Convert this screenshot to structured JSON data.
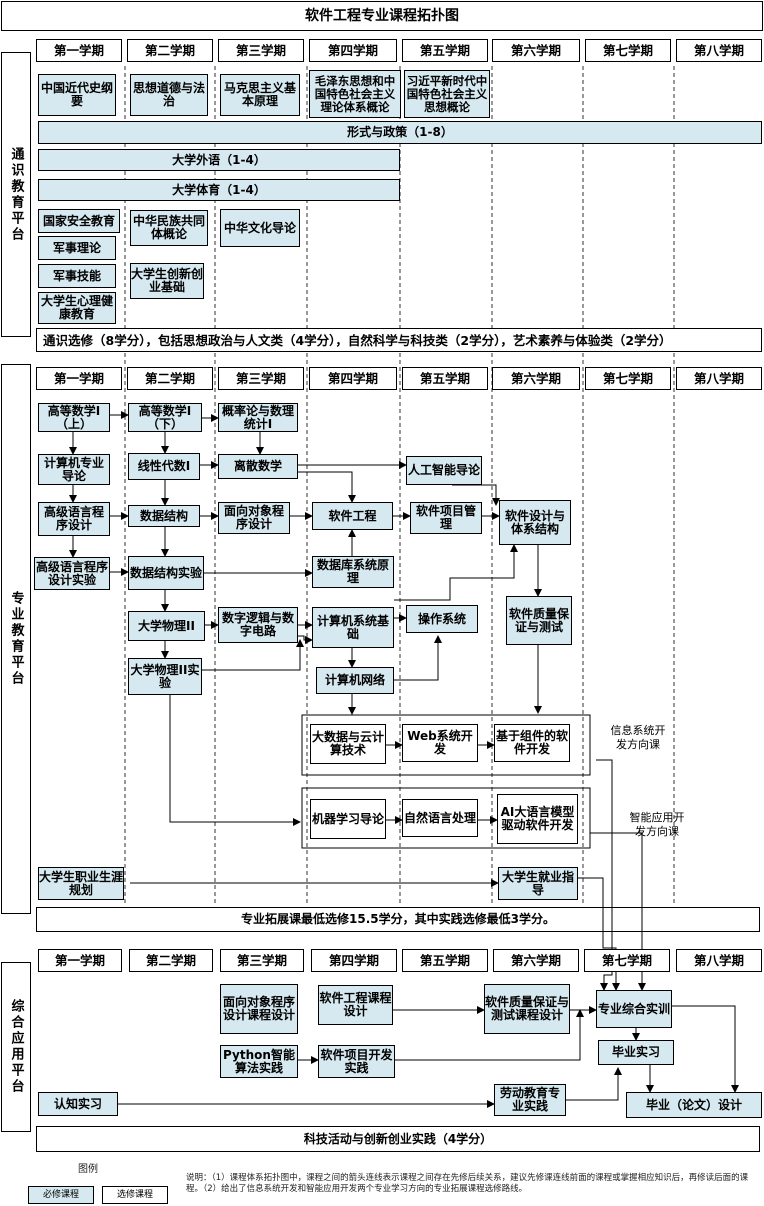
{
  "title": "软件工程专业课程拓扑图",
  "platforms": {
    "general": "通识教育平台",
    "major": "专业教育平台",
    "integrated": "综合应用平台"
  },
  "semesters": [
    "第一学期",
    "第二学期",
    "第三学期",
    "第四学期",
    "第五学期",
    "第六学期",
    "第七学期",
    "第八学期"
  ],
  "general": {
    "c1": "中国近代史纲要",
    "c2": "思想道德与法治",
    "c3": "马克思主义基本原理",
    "c4": "毛泽东思想和中国特色社会主义理论体系概论",
    "c5": "习近平新时代中国特色社会主义思想概论",
    "policy": "形式与政策（1-8）",
    "english": "大学外语（1-4）",
    "pe": "大学体育（1-4）",
    "security": "国家安全教育",
    "military_theory": "军事理论",
    "military_skill": "军事技能",
    "psych": "大学生心理健康教育",
    "nation": "中华民族共同体概论",
    "innovation": "大学生创新创业基础",
    "culture": "中华文化导论",
    "electives": "通识选修（8学分），包括思想政治与人文类（4学分），自然科学与科技类（2学分），艺术素养与体验类（2学分）"
  },
  "major": {
    "math1": "高等数学I（上）",
    "math2": "高等数学I（下）",
    "prob": "概率论与数理统计I",
    "cs_intro": "计算机专业导论",
    "linalg": "线性代数I",
    "discrete": "离散数学",
    "ai_intro": "人工智能导论",
    "prog": "高级语言程序设计",
    "ds": "数据结构",
    "oop": "面向对象程序设计",
    "se": "软件工程",
    "pm": "软件项目管理",
    "arch": "软件设计与体系结构",
    "prog_lab": "高级语言程序设计实验",
    "ds_lab": "数据结构实验",
    "db": "数据库系统原理",
    "phys": "大学物理II",
    "logic": "数字逻辑与数字电路",
    "comp_org": "计算机系统基础",
    "os": "操作系统",
    "quality": "软件质量保证与测试",
    "phys_lab": "大学物理II实验",
    "network": "计算机网络",
    "bigdata": "大数据与云计算技术",
    "web": "Web系统开发",
    "component": "基于组件的软件开发",
    "ml": "机器学习导论",
    "nlp": "自然语言处理",
    "llm": "AI大语言模型驱动软件开发",
    "career": "大学生职业生涯规划",
    "employ": "大学生就业指导",
    "dir1": "信息系统开发方向课",
    "dir2": "智能应用开发方向课",
    "extension": "专业拓展课最低选修15.5学分，其中实践选修最低3学分。"
  },
  "integrated": {
    "oop_cd": "面向对象程序设计课程设计",
    "se_cd": "软件工程课程设计",
    "qa_cd": "软件质量保证与测试课程设计",
    "comp_train": "专业综合实训",
    "python": "Python智能算法实践",
    "pm_prac": "软件项目开发实践",
    "intern": "毕业实习",
    "cognition": "认知实习",
    "labor": "劳动教育专业实践",
    "thesis": "毕业（论文）设计",
    "sci": "科技活动与创新创业实践（4学分）"
  },
  "legend": {
    "title": "图例",
    "required": "必修课程",
    "elective": "选修课程"
  },
  "note": "说明：（1）课程体系拓扑图中，课程之间的箭头连线表示课程之间存在先修后续关系，建议先修课连线前面的课程或掌握相应知识后，再修读后面的课程。（2）给出了信息系统开发和智能应用开发两个专业学习方向的专业拓展课程选修路线。"
}
